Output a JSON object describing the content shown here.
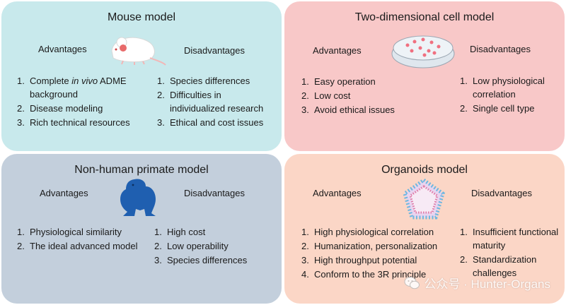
{
  "mouse": {
    "title": "Mouse model",
    "adv_heading": "Advantages",
    "dis_heading": "Disadvantages",
    "advantages": [
      {
        "num": "1.",
        "text_before": "Complete ",
        "text_italic": "in vivo",
        "text_after": " ADME background"
      },
      {
        "num": "2.",
        "text": "Disease modeling"
      },
      {
        "num": "3.",
        "text": "Rich technical resources"
      }
    ],
    "disadvantages": [
      {
        "num": "1.",
        "text": "Species differences"
      },
      {
        "num": "2.",
        "text": "Difficulties in individualized research"
      },
      {
        "num": "3.",
        "text": "Ethical and cost issues"
      }
    ],
    "icon": "mouse-icon"
  },
  "cell": {
    "title": "Two-dimensional cell model",
    "adv_heading": "Advantages",
    "dis_heading": "Disadvantages",
    "advantages": [
      {
        "num": "1.",
        "text": "Easy operation"
      },
      {
        "num": "2.",
        "text": "Low cost"
      },
      {
        "num": "3.",
        "text": "Avoid ethical issues"
      }
    ],
    "disadvantages": [
      {
        "num": "1.",
        "text": "Low physiological correlation"
      },
      {
        "num": "2.",
        "text": "Single cell type"
      }
    ],
    "icon": "petri-dish-icon"
  },
  "primate": {
    "title": "Non-human primate model",
    "adv_heading": "Advantages",
    "dis_heading": "Disadvantages",
    "advantages": [
      {
        "num": "1.",
        "text": "Physiological similarity"
      },
      {
        "num": "2.",
        "text": "The ideal advanced model"
      }
    ],
    "disadvantages": [
      {
        "num": "1.",
        "text": "High cost"
      },
      {
        "num": "2.",
        "text": "Low operability"
      },
      {
        "num": "3.",
        "text": "Species differences"
      }
    ],
    "icon": "gorilla-icon"
  },
  "organoid": {
    "title": "Organoids model",
    "adv_heading": "Advantages",
    "dis_heading": "Disadvantages",
    "advantages": [
      {
        "num": "1.",
        "text": "High physiological correlation"
      },
      {
        "num": "2.",
        "text": "Humanization, personalization"
      },
      {
        "num": "3.",
        "text": "High throughput potential"
      },
      {
        "num": "4.",
        "text": "Conform to the 3R principle"
      }
    ],
    "disadvantages": [
      {
        "num": "1.",
        "text": "Insufficient functional maturity"
      },
      {
        "num": "2.",
        "text": "Standardization challenges"
      }
    ],
    "icon": "organoid-icon"
  },
  "watermark": {
    "text": "公众号 · Hunter-Organs",
    "icon": "wechat-icon"
  },
  "colors": {
    "mouse_bg": "#c8e9ec",
    "cell_bg": "#f8c8c8",
    "primate_bg": "#c3cfdc",
    "organoid_bg": "#fbd6c6",
    "gorilla": "#1f5fb0"
  }
}
